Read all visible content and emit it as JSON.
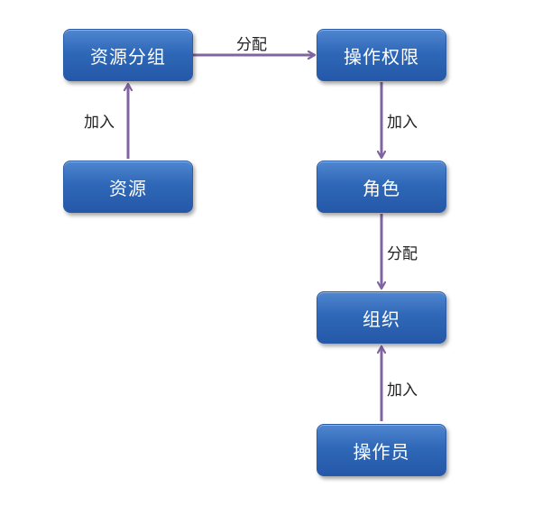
{
  "colors": {
    "node_fill": "#2f68b8",
    "arrow": "#8064a2"
  },
  "nodes": {
    "resource_group": "资源分组",
    "operation_permission": "操作权限",
    "resource": "资源",
    "role": "角色",
    "organization": "组织",
    "operator": "操作员"
  },
  "edges": {
    "resource_to_group": "加入",
    "group_to_permission": "分配",
    "permission_to_role": "加入",
    "role_to_organization": "分配",
    "operator_to_organization": "加入"
  }
}
